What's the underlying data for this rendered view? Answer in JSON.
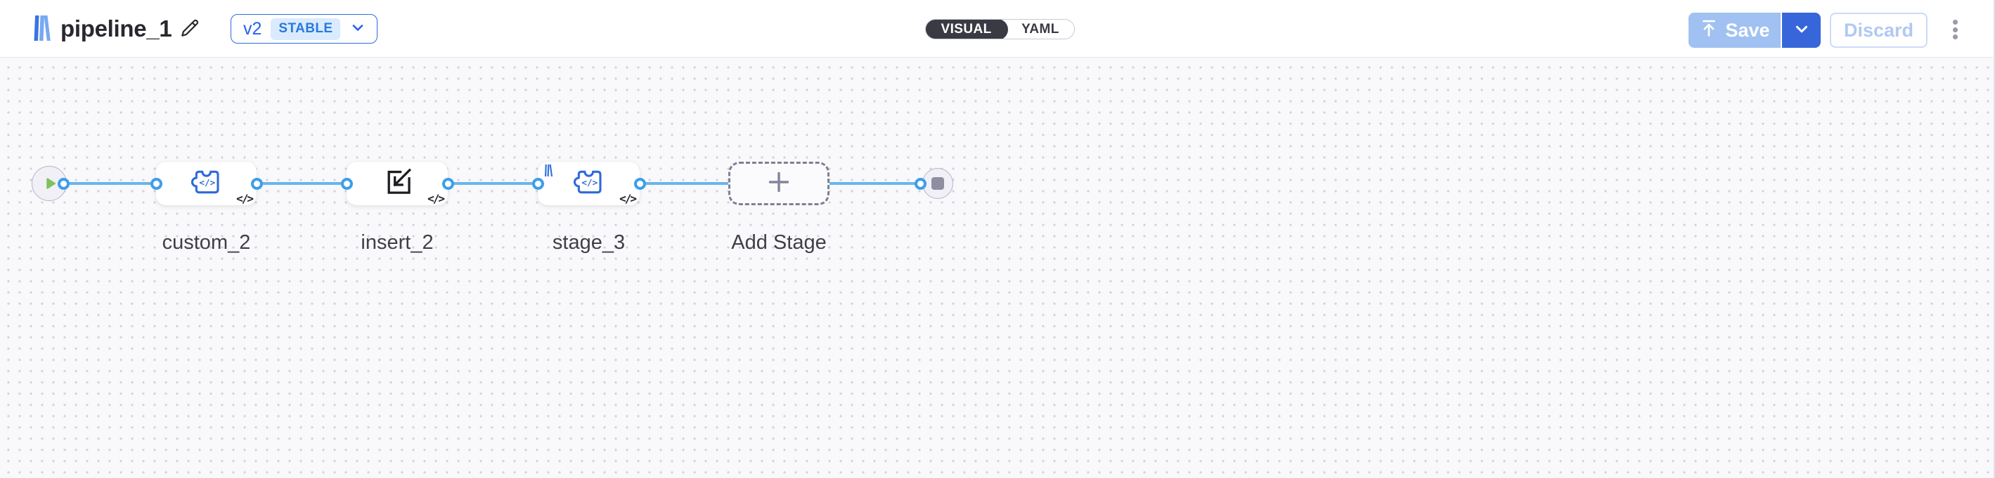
{
  "header": {
    "title": "pipeline_1",
    "logo_icon": "instill-logo",
    "edit_icon": "pencil-icon",
    "version": {
      "label": "v2",
      "status": "STABLE"
    },
    "view_toggle": {
      "options": [
        "VISUAL",
        "YAML"
      ],
      "selected": "VISUAL"
    },
    "actions": {
      "save_label": "Save",
      "save_icon": "arrow-up-to-line-icon",
      "discard_label": "Discard",
      "more_icon": "kebab-menu-icon"
    }
  },
  "canvas": {
    "nodes": [
      {
        "id": "start",
        "kind": "trigger-node",
        "icon": "play-icon"
      },
      {
        "id": "custom_2",
        "kind": "component-node",
        "label": "custom_2",
        "icon": "code-component-icon",
        "code_badge": "</>"
      },
      {
        "id": "insert_2",
        "kind": "component-node",
        "label": "insert_2",
        "icon": "import-icon",
        "code_badge": "</>"
      },
      {
        "id": "stage_3",
        "kind": "component-node",
        "label": "stage_3",
        "icon": "code-component-icon",
        "badge_icon": "instill-logo-mini",
        "code_badge": "</>"
      },
      {
        "id": "add_stage",
        "kind": "placeholder-node",
        "label": "Add Stage",
        "icon": "plus-icon"
      },
      {
        "id": "end",
        "kind": "stop-node",
        "icon": "stop-icon"
      }
    ],
    "edges": [
      {
        "from": "start",
        "to": "custom_2"
      },
      {
        "from": "custom_2",
        "to": "insert_2"
      },
      {
        "from": "insert_2",
        "to": "stage_3"
      },
      {
        "from": "stage_3",
        "to": "end"
      }
    ]
  },
  "colors": {
    "accent_blue": "#2e6be0",
    "edge_blue": "#69b5ef",
    "port_ring": "#3f9ee8",
    "icon_blue": "#2e6ad8",
    "play_green": "#7fc25c",
    "stop_gray": "#8e8ea1",
    "canvas_bg": "#f9f9fb",
    "canvas_dot": "#d3d3dd",
    "toggle_dark": "#3a3a44",
    "save_disabled_bg": "#a0c1f1",
    "save_caret_bg": "#3766da",
    "discard_text": "#b0c9f4",
    "stable_chip_bg": "#d9ebfd"
  }
}
